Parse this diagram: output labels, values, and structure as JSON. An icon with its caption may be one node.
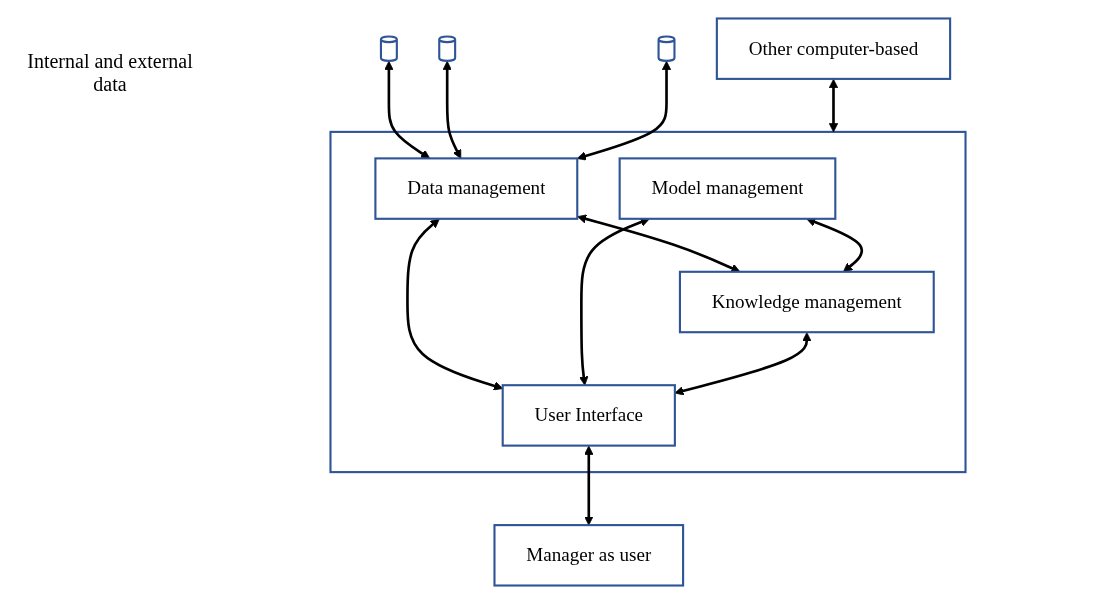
{
  "diagram": {
    "nodes": [
      {
        "text": [
          "Other computer-based"
        ]
      },
      {
        "text": [],
        "shape": "box"
      },
      {
        "text": [],
        "shape": "cylinder"
      },
      {
        "text": [],
        "shape": "cylinder"
      },
      {
        "text": [],
        "shape": "cylinder"
      },
      {
        "text": [
          "Data management"
        ],
        "in": 1
      },
      {
        "text": [
          "Model management"
        ],
        "in": 1
      },
      {
        "text": [
          "Knowledge management"
        ],
        "in": 1
      },
      {
        "text": [
          "User Interface"
        ],
        "in": 1
      },
      {
        "text": [
          "Manager as user"
        ]
      }
    ],
    "edges": [
      {
        "from": 0,
        "to": 1,
        "arrow": "both"
      },
      {
        "from": 2,
        "to": 5,
        "arrow": "both"
      },
      {
        "from": 3,
        "to": 5,
        "arrow": "both"
      },
      {
        "from": 4,
        "to": 5,
        "arrow": "both"
      },
      {
        "from": 5,
        "to": 7,
        "arrow": "both"
      },
      {
        "from": 6,
        "to": 7,
        "arrow": "both"
      },
      {
        "from": 5,
        "to": 8,
        "arrow": "both"
      },
      {
        "from": 6,
        "to": 8,
        "arrow": "both"
      },
      {
        "from": 7,
        "to": 8,
        "arrow": "both"
      },
      {
        "from": 8,
        "to": 9,
        "arrow": "both"
      }
    ],
    "labels": [
      "Internal and external data"
    ]
  }
}
